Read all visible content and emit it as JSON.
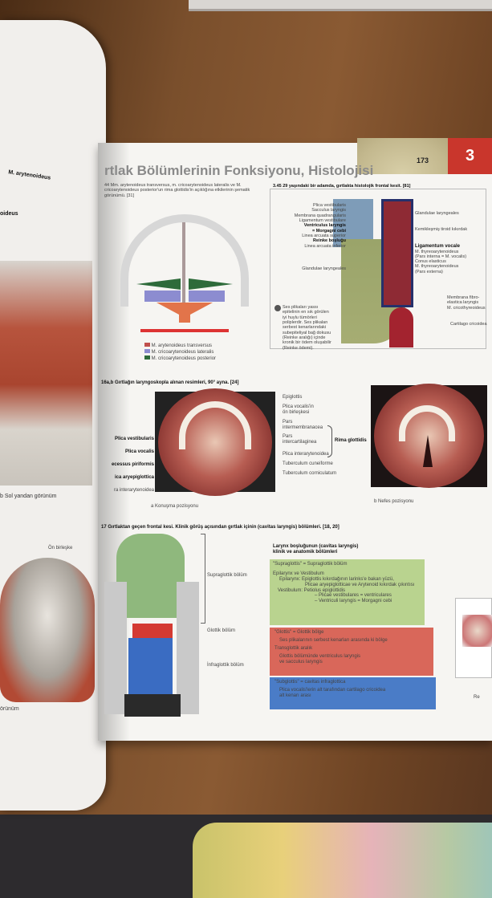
{
  "header": {
    "title": "rtlak Bölümlerinin Fonksiyonu, Histolojisi",
    "page_number": "173",
    "chapter": "3"
  },
  "left_page": {
    "label_top": "M. arytenoideus",
    "label_top2": "oideus",
    "caption_side": "b  Sol yandan görünüm",
    "label_on": "Ön birleşke",
    "caption_bottom": "örünüm"
  },
  "fig44": {
    "caption": "44  Mm. arytenoideus transversus, m. cricoarytenoideus lateralis ve M. cricoarytenoideus posterior'un rima glottidis'in açıklığına etkilerinin şematik görünümü. [31]",
    "legend": [
      {
        "label": "M. arytenoideus transversus",
        "color": "#c0504d"
      },
      {
        "label": "M. cricoarytenoideus lateralis",
        "color": "#8c8cd0"
      },
      {
        "label": "M. cricoarytenoideus posterior",
        "color": "#2e6b3a"
      }
    ]
  },
  "fig45": {
    "caption": "3.45  29 yaşındaki bir adamda, gırtlakta histolojik frontal kesit. [81]",
    "labels_left": [
      "Plica vestibularis",
      "Sacculus laryngis",
      "Membrana quadrangularis",
      "Ligamentum vestibulare",
      "Ventriculus laryngis",
      "= Morgagni cebi",
      "Linea arcuata superior",
      "Reinke boşluğu",
      "Linea arcuata inferior",
      "Glandulae laryngeales"
    ],
    "labels_right": [
      "Glandulae laryngeales",
      "Kemikleşmiş tiroid kıkırdak",
      "Ligamentum vocale",
      "M. thyreoarytenoideus",
      "(Pars interna = M. vocalis)",
      "Conus elasticus",
      "M. thyreoarytenoideus",
      "(Pars externa)",
      "Membrana fibro-",
      "elastica laryngis",
      "M. cricothyreoideus",
      "Cartilago cricoidea"
    ],
    "note": [
      "Ses plikaları yassı",
      "epitelinin en sık görülen",
      "iyi huylu tümörleri",
      "poliplerdir. Ses plikaları",
      "serbest kenarlarındaki",
      "subepiteliyal bağ dokusu",
      "(Reinke aralığı) içinde",
      "kronik bir ödem oluşabilir",
      "(Reinke ödemi)."
    ]
  },
  "fig46": {
    "caption": "16a,b  Gırtlağın laryngoskopla alınan resimleri, 90° ayna. [24]",
    "labels_left": [
      "Plica vestibularis",
      "Plica vocalis",
      "ecessus piriformis",
      "ica aryepiglottica",
      "ra interarytenoidea"
    ],
    "labels_right": [
      "Epiglottis",
      "Plica vocalis'in",
      "ön birleşkesi",
      "Pars",
      "intermembranacea",
      "Pars",
      "intercartilaginea",
      "Plica interarytenoidea",
      "Tuberculum cuneiforme",
      "Tuberculum corniculatum"
    ],
    "rima": "Rima glottidis",
    "sub_a": "a  Konuşma pozisyonu",
    "sub_b": "b  Nefes pozisyonu"
  },
  "fig47": {
    "caption": "17  Gırtlaktan geçen frontal kesi. Klinik görüş açısından gırtlak içinin (cavitas laryngis) bölümleri. [18, 20]",
    "regions": [
      "Supraglottik bölüm",
      "Glottik bölüm",
      "İnfraglottik bölüm"
    ],
    "table_title": [
      "Larynx boşluğunun (cavitas laryngis)",
      "klinik ve anatomik bölümleri"
    ],
    "supra": {
      "color": "#b9d38f",
      "lines": [
        "\"Supraglottis\" = Supraglottik bölüm",
        "Epilarynx ve Vestibulum",
        "Epilarynx: Epiglottis kıkırdağının larinks'e bakan yüzü,",
        "Plicae aryepiglotticae ve Arytenoid kıkırdak çıkıntısı",
        "Vestibulum:  Petiolus epiglottidis",
        "– Plicae vestibulares = ventriculares",
        "– Ventriculi laryngis = Morgagni cebi"
      ]
    },
    "glottis": {
      "color": "#d9675a",
      "lines": [
        "\"Glottis\" = Glottik bölge",
        "Ses plikalarının serbest kenarları arasında ki bölge",
        "Transglottik aralık",
        "Glottis bölümünde ventriculus laryngis",
        "ve sacculus laryngis"
      ]
    },
    "sub": {
      "color": "#4a7cc7",
      "lines": [
        "\"Subglottis\" = cavitas infraglottica",
        "Plica vocalis'lerin alt tarafından cartilago cricoidea",
        "alt kenarı arası"
      ]
    },
    "side_label": "Re"
  }
}
